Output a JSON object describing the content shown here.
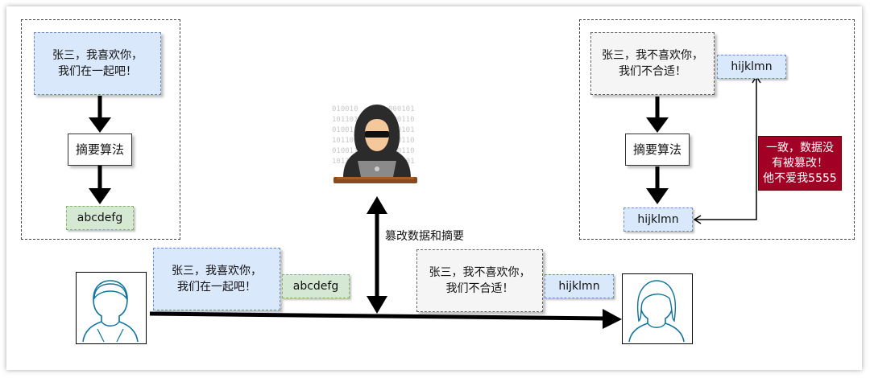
{
  "left_panel": {
    "message": "张三，我喜欢你，\n我们在一起吧！",
    "algorithm": "摘要算法",
    "digest": "abcdefg"
  },
  "right_panel": {
    "message": "张三，我不喜欢你，\n我们不合适！",
    "received_digest": "hijklmn",
    "algorithm": "摘要算法",
    "computed_digest": "hijklmn",
    "verdict": "一致，数据没\n有被篡改！\n他不爱我5555"
  },
  "transmission": {
    "original_message": "张三，我喜欢你，\n我们在一起吧！",
    "original_digest": "abcdefg",
    "tampered_message": "张三，我不喜欢你，\n我们不合适！",
    "tampered_digest": "hijklmn",
    "attack_label": "篡改数据和摘要"
  },
  "hacker": {
    "binary_lines": [
      "010010",
      "101101",
      "010011",
      "101100",
      "010011",
      "101101"
    ],
    "binary_lines_right": [
      "000101",
      "000110",
      "110101",
      "100110",
      "010110",
      "110101"
    ]
  },
  "colors": {
    "blue_fill": "#dae8fc",
    "green_fill": "#d5e8d4",
    "grey_fill": "#f5f5f5",
    "red_fill": "#a20025"
  }
}
